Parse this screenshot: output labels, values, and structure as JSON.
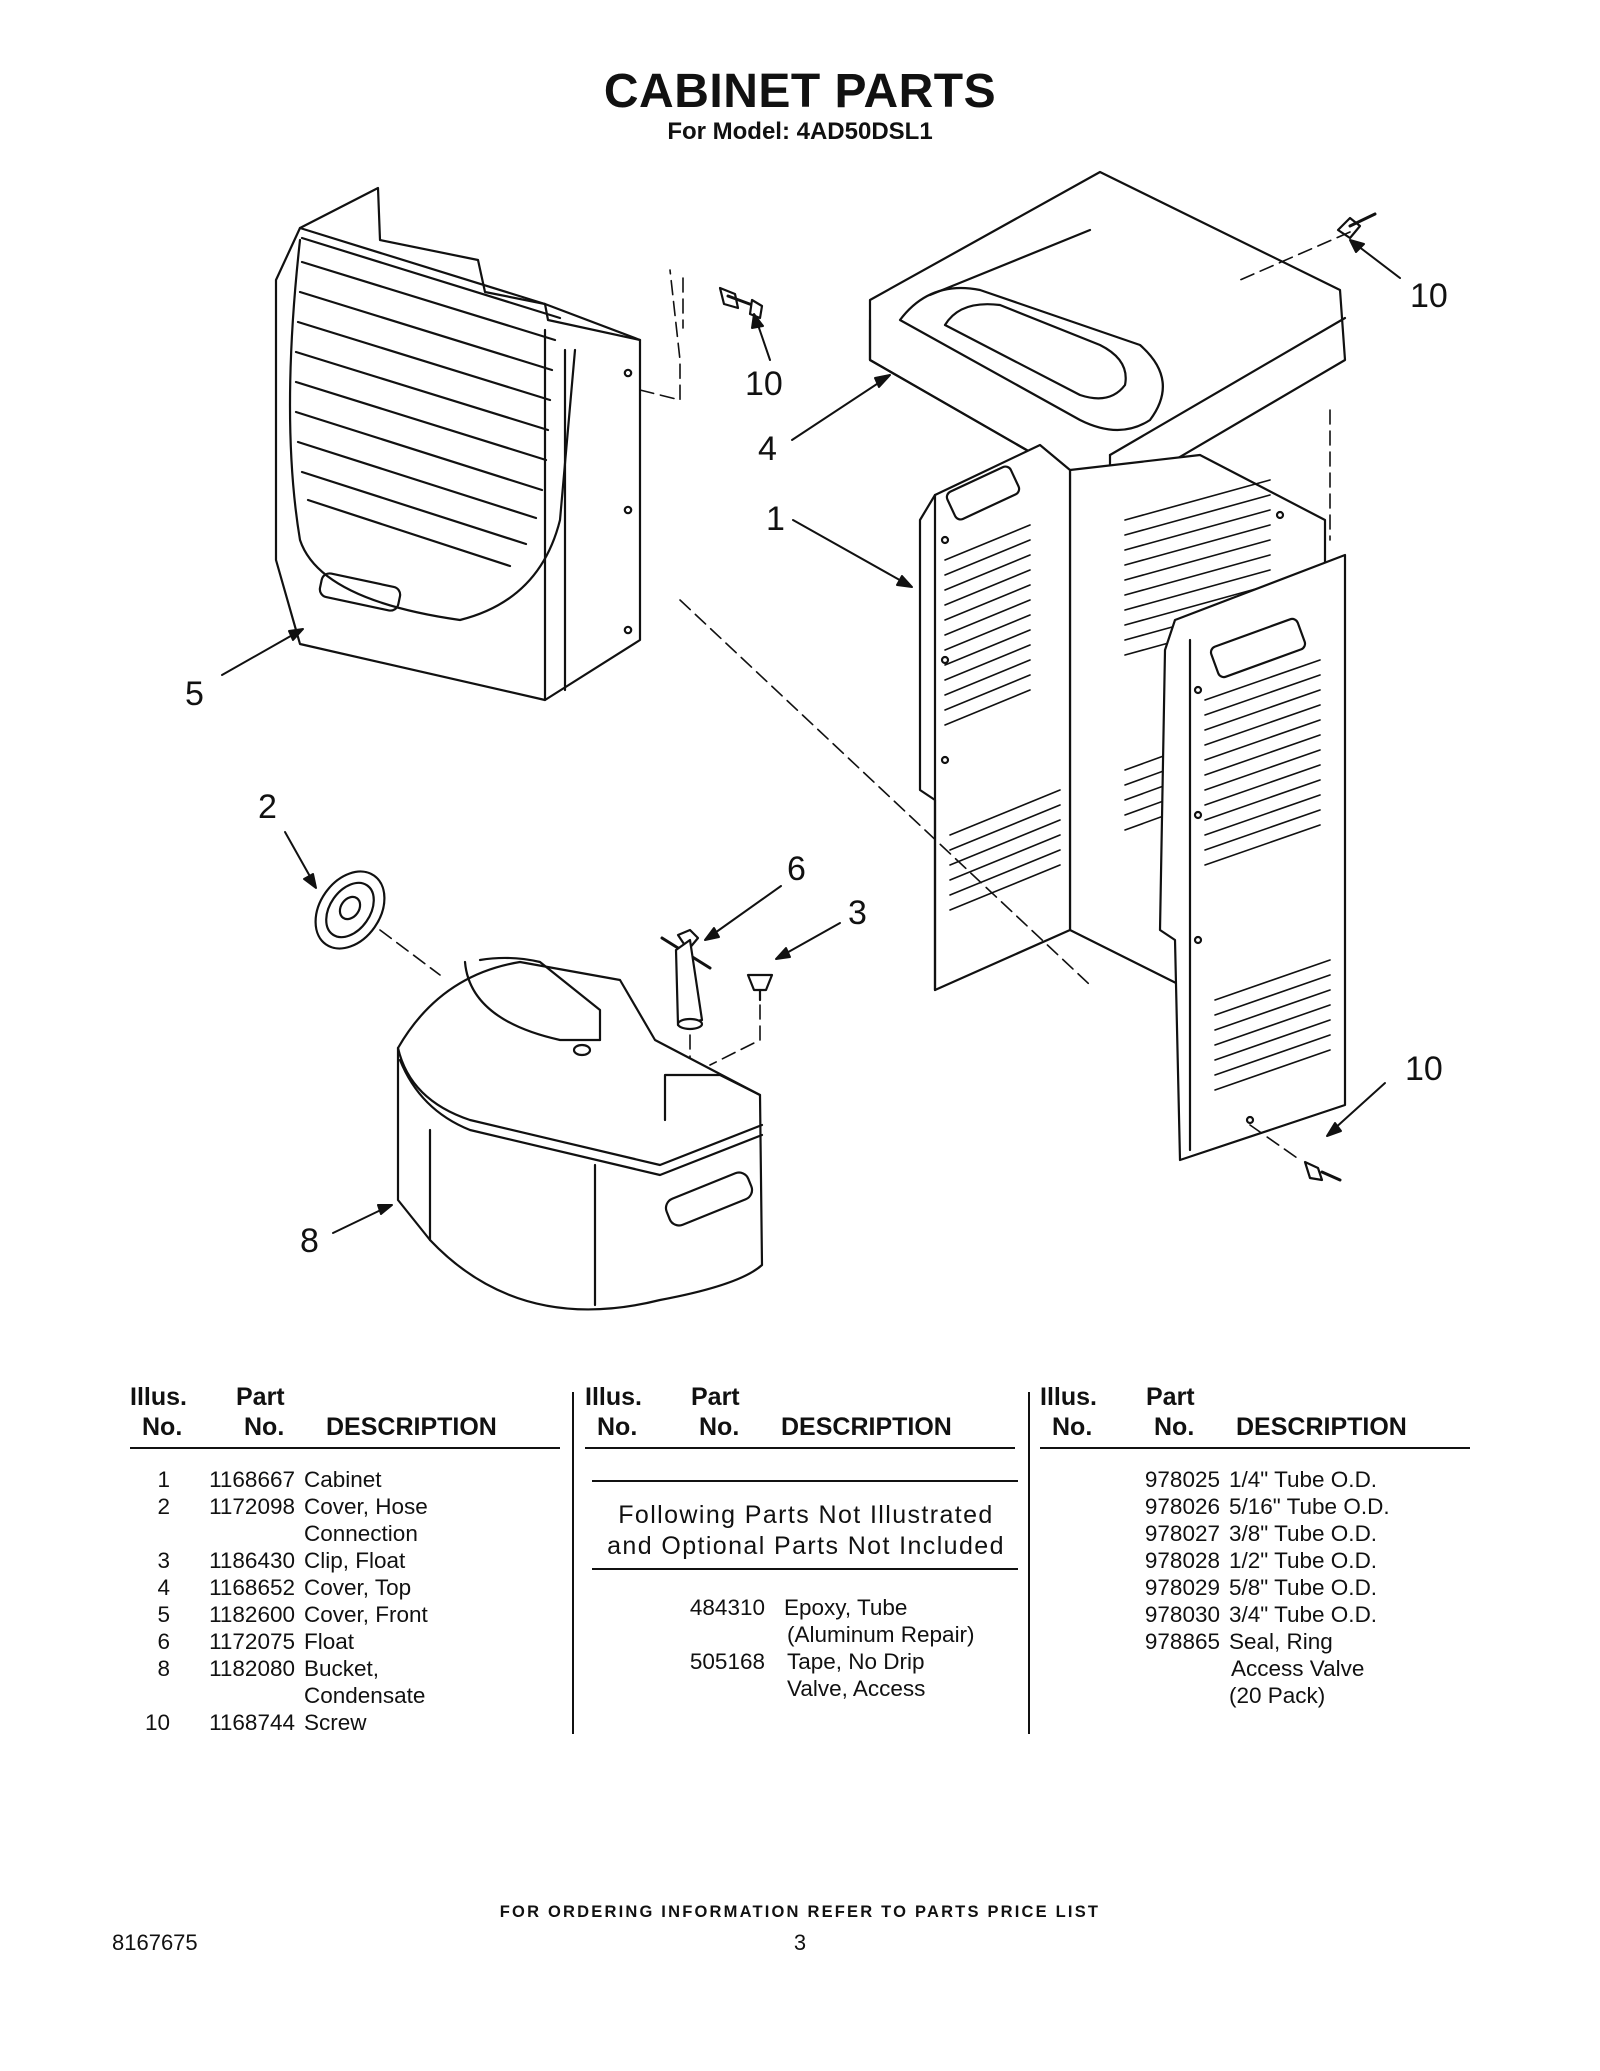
{
  "header": {
    "title": "CABINET PARTS",
    "subtitle": "For Model: 4AD50DSL1"
  },
  "diagram": {
    "callouts": [
      "10",
      "10",
      "4",
      "1",
      "5",
      "2",
      "6",
      "3",
      "10",
      "8"
    ]
  },
  "table": {
    "headers": {
      "illus_line1": "Illus.",
      "illus_line2": "No.",
      "part_line1": "Part",
      "part_line2": "No.",
      "description": "DESCRIPTION"
    },
    "parts": [
      {
        "illus": "1",
        "part": "1168667",
        "desc": [
          "Cabinet"
        ]
      },
      {
        "illus": "2",
        "part": "1172098",
        "desc": [
          "Cover, Hose",
          "Connection"
        ]
      },
      {
        "illus": "3",
        "part": "1186430",
        "desc": [
          "Clip, Float"
        ]
      },
      {
        "illus": "4",
        "part": "1168652",
        "desc": [
          "Cover, Top"
        ]
      },
      {
        "illus": "5",
        "part": "1182600",
        "desc": [
          "Cover, Front"
        ]
      },
      {
        "illus": "6",
        "part": "1172075",
        "desc": [
          "Float"
        ]
      },
      {
        "illus": "8",
        "part": "1182080",
        "desc": [
          "Bucket,",
          "Condensate"
        ]
      },
      {
        "illus": "10",
        "part": "1168744",
        "desc": [
          "Screw"
        ]
      }
    ],
    "optional_note": [
      "Following Parts Not Illustrated",
      "and Optional Parts Not Included"
    ],
    "optional_parts_col2": [
      {
        "part": "484310",
        "desc": [
          "Epoxy, Tube",
          "(Aluminum Repair)"
        ]
      },
      {
        "part": "505168",
        "desc": [
          "Tape, No Drip",
          "Valve, Access"
        ]
      }
    ],
    "optional_parts_col3": [
      {
        "part": "978025",
        "desc": [
          "1/4\" Tube O.D."
        ]
      },
      {
        "part": "978026",
        "desc": [
          "5/16\" Tube O.D."
        ]
      },
      {
        "part": "978027",
        "desc": [
          "3/8\" Tube O.D."
        ]
      },
      {
        "part": "978028",
        "desc": [
          "1/2\" Tube O.D."
        ]
      },
      {
        "part": "978029",
        "desc": [
          "5/8\" Tube O.D."
        ]
      },
      {
        "part": "978030",
        "desc": [
          "3/4\" Tube O.D."
        ]
      },
      {
        "part": "978865",
        "desc": [
          "Seal, Ring",
          "Access Valve",
          "(20 Pack)"
        ]
      }
    ]
  },
  "footer": {
    "ordering_note": "FOR ORDERING INFORMATION REFER TO PARTS PRICE LIST",
    "doc_number": "8167675",
    "page_number": "3"
  }
}
